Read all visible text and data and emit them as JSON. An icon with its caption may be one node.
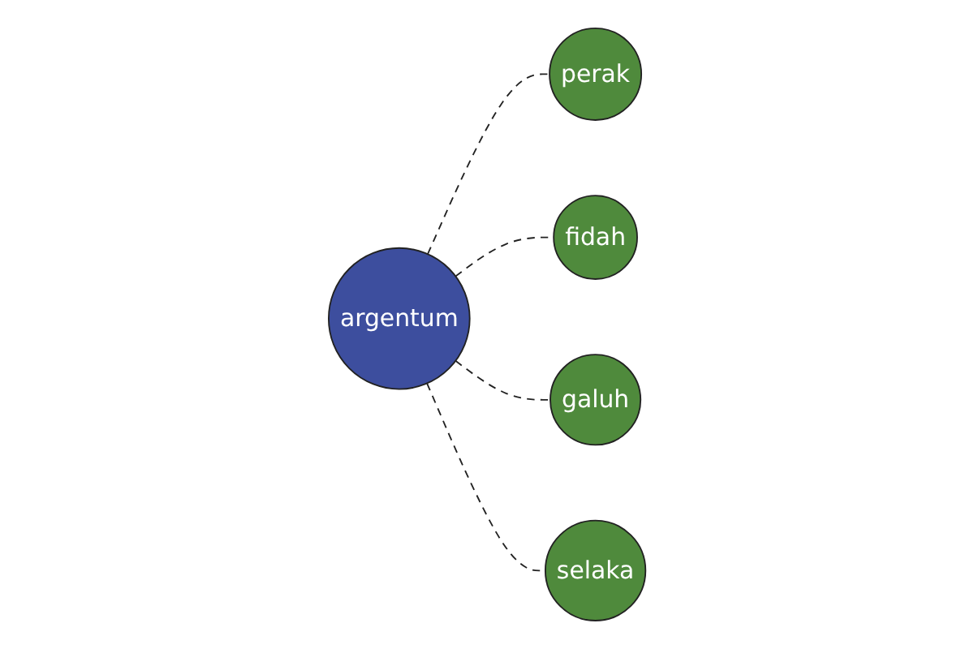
{
  "diagram": {
    "nodes": [
      {
        "text": [
          "perak"
        ]
      },
      {
        "text": [
          "argentum"
        ]
      },
      {
        "text": [
          "fidah"
        ]
      },
      {
        "text": [
          "galuh"
        ]
      },
      {
        "text": [
          "selaka"
        ]
      }
    ],
    "edges": [
      {
        "from": 1,
        "to": 0,
        "arrow": "none",
        "style": "dashed"
      },
      {
        "from": 1,
        "to": 2,
        "arrow": "none",
        "style": "dashed"
      },
      {
        "from": 1,
        "to": 3,
        "arrow": "none",
        "style": "dashed"
      },
      {
        "from": 1,
        "to": 4,
        "arrow": "none",
        "style": "dashed"
      }
    ]
  }
}
